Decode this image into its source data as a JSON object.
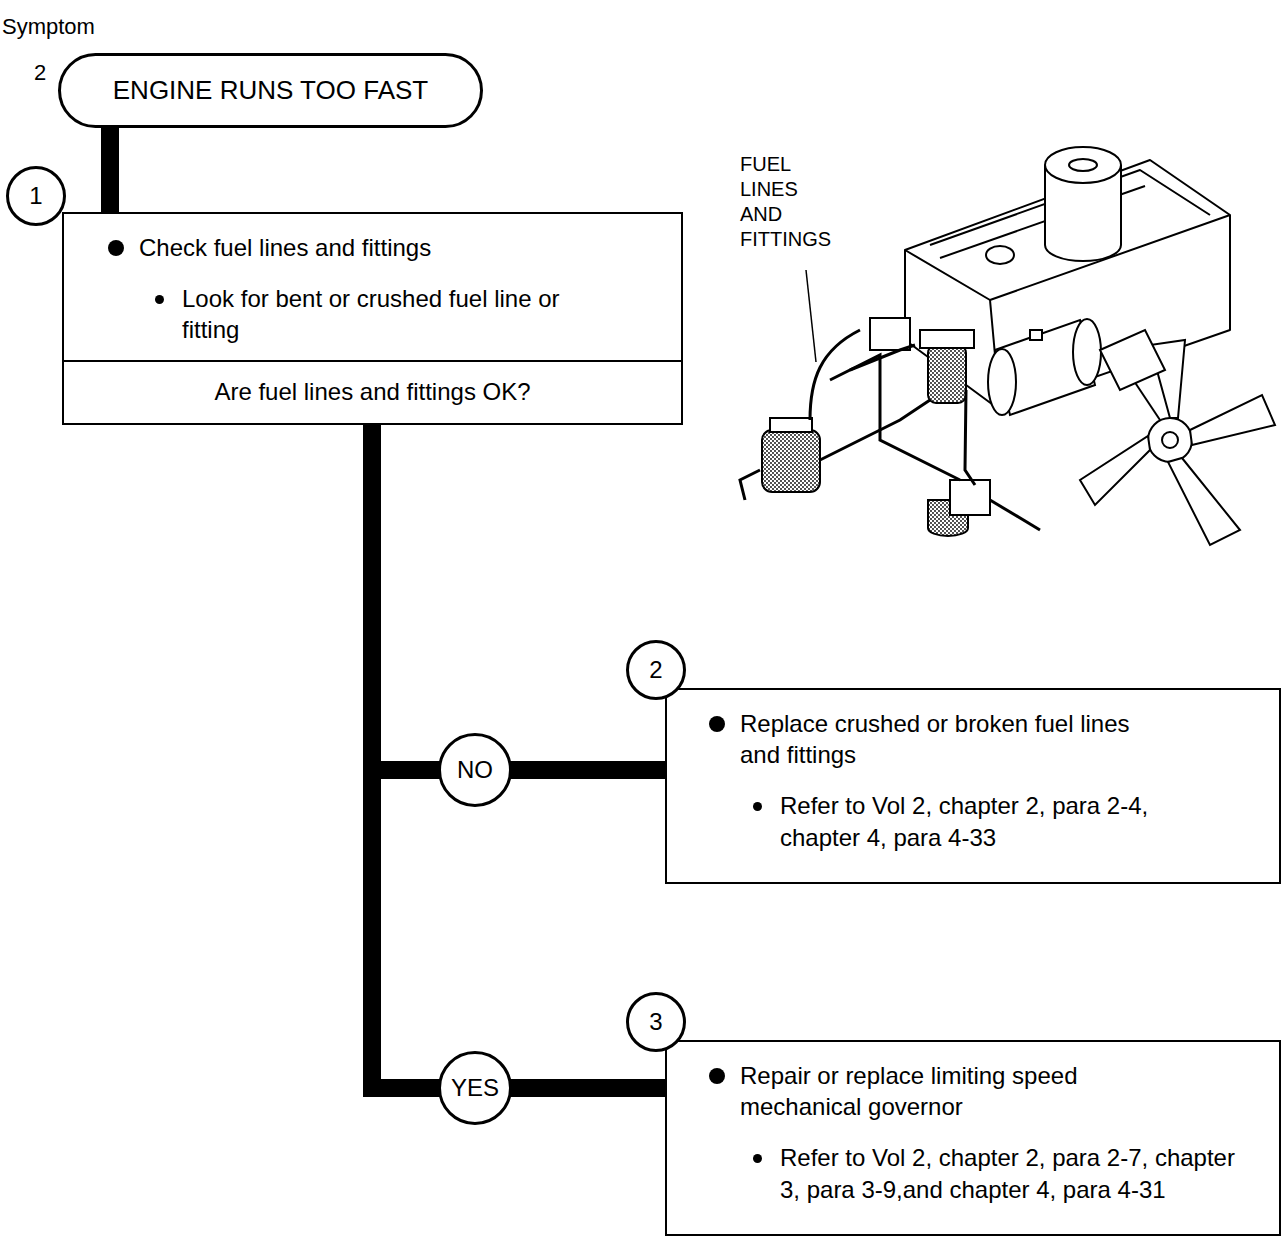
{
  "diagram": {
    "nodes": [
      {
        "text": [
          "ENGINE RUNS TOO FAST"
        ]
      },
      {
        "text": [
          "1"
        ]
      },
      {
        "text": [
          "Check fuel lines and fittings",
          "Look for bent or crushed fuel line or fitting",
          "Are fuel lines and fittings OK?"
        ]
      },
      {
        "text": [
          "NO"
        ]
      },
      {
        "text": [
          "2"
        ]
      },
      {
        "text": [
          "Replace crushed or broken fuel lines and fittings",
          "Refer to Vol 2, chapter 2, para 2-4, chapter 4, para 4-33"
        ]
      },
      {
        "text": [
          "YES"
        ]
      },
      {
        "text": [
          "3"
        ]
      },
      {
        "text": [
          "Repair or replace limiting speed mechanical governor",
          "Refer to Vol 2, chapter 2, para 2-7, chapter 3, para 3-9,and chapter 4, para 4-31"
        ]
      }
    ],
    "edges": [
      {
        "from": 0,
        "to": 2,
        "arrow": "none"
      },
      {
        "from": 2,
        "to": 3,
        "arrow": "none"
      },
      {
        "from": 2,
        "to": 6,
        "arrow": "none"
      },
      {
        "from": 3,
        "to": 5,
        "arrow": "none"
      },
      {
        "from": 6,
        "to": 8,
        "arrow": "none"
      }
    ],
    "labels": [
      "Symptom",
      "2",
      "FUEL LINES AND FITTINGS"
    ]
  }
}
